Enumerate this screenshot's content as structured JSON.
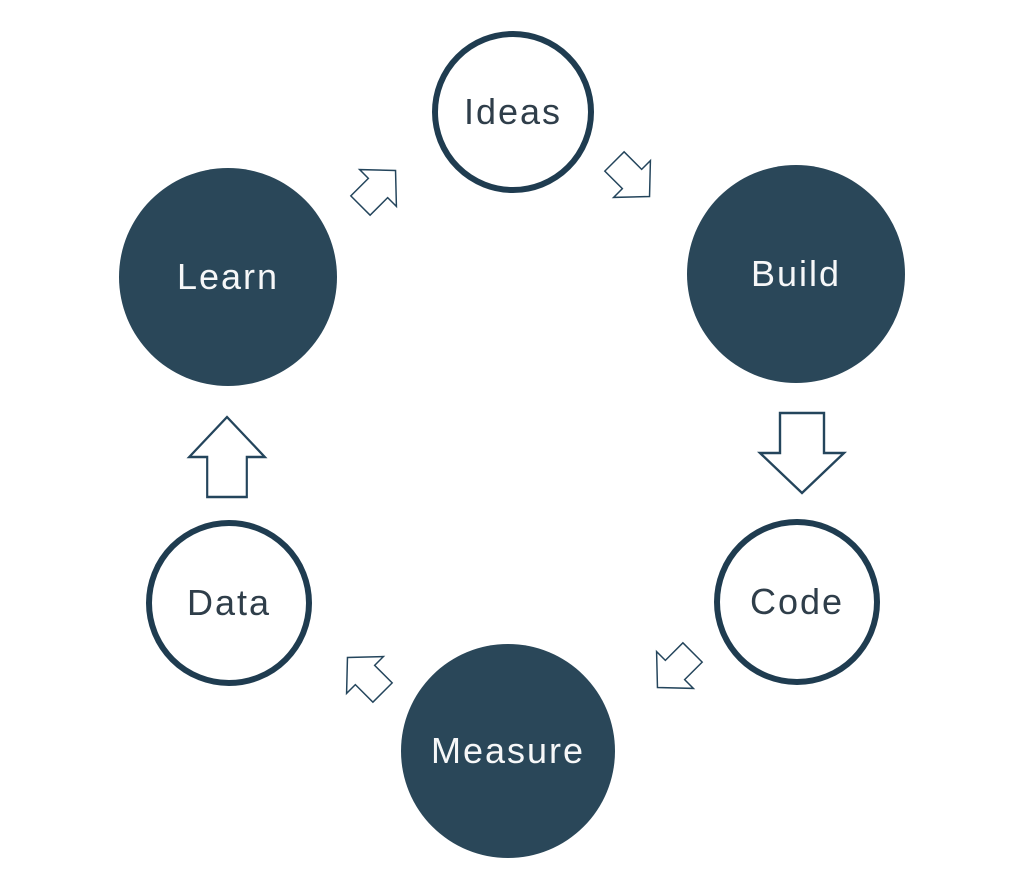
{
  "diagram": {
    "type": "cycle",
    "nodes": [
      {
        "label": "Ideas",
        "style": "outline"
      },
      {
        "label": "Build",
        "style": "filled"
      },
      {
        "label": "Code",
        "style": "outline"
      },
      {
        "label": "Measure",
        "style": "filled"
      },
      {
        "label": "Data",
        "style": "outline"
      },
      {
        "label": "Learn",
        "style": "filled"
      }
    ],
    "flow": [
      {
        "from": "Learn",
        "to": "Ideas"
      },
      {
        "from": "Ideas",
        "to": "Build"
      },
      {
        "from": "Build",
        "to": "Code"
      },
      {
        "from": "Code",
        "to": "Measure"
      },
      {
        "from": "Measure",
        "to": "Data"
      },
      {
        "from": "Data",
        "to": "Learn"
      }
    ],
    "colors": {
      "filled_node": "#2a4759",
      "outline_stroke": "#1f3c50",
      "arrow_stroke": "#24455c",
      "dark_text": "#2f3e4a",
      "light_text": "#f6f7f8",
      "background": "#ffffff"
    }
  }
}
